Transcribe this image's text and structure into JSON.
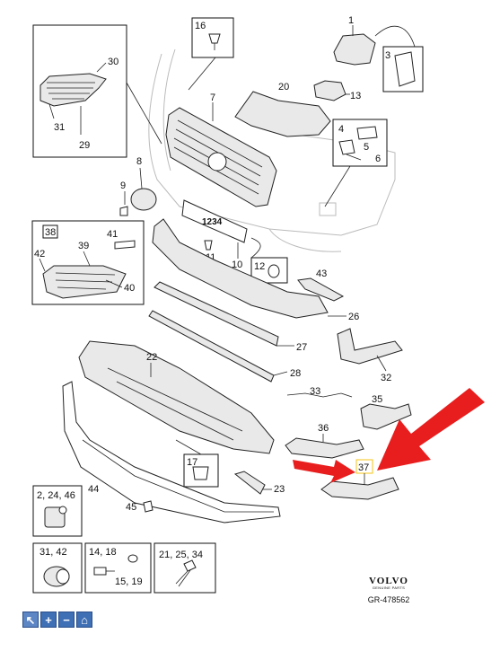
{
  "callouts": {
    "c1": "1",
    "c3": "3",
    "c4": "4",
    "c5": "5",
    "c6": "6",
    "c7": "7",
    "c8": "8",
    "c9": "9",
    "c10": "10",
    "c11": "11",
    "c12": "12",
    "c13": "13",
    "c16": "16",
    "c17": "17",
    "c20": "20",
    "c22": "22",
    "c23": "23",
    "c26": "26",
    "c27": "27",
    "c28": "28",
    "c29": "29",
    "c30": "30",
    "c31": "31",
    "c32": "32",
    "c33": "33",
    "c35": "35",
    "c36": "36",
    "c37": "37",
    "c38": "38",
    "c39": "39",
    "c40": "40",
    "c41": "41",
    "c42": "42",
    "c43": "43",
    "c44": "44",
    "c45": "45"
  },
  "boxes": {
    "b_2_24_46": "2, 24, 46",
    "b_31_42": "31, 42",
    "b_14_18": "14, 18",
    "b_15_19": "15, 19",
    "b_21_25_34": "21, 25, 34"
  },
  "brand": {
    "logo": "VOLVO",
    "tagline": "GENUINE PARTS",
    "reference": "GR-478562"
  },
  "toolbar": {
    "select": "↖",
    "zoom_in": "+",
    "zoom_out": "−",
    "home": "⌂"
  },
  "colors": {
    "arrow": "#e81e1e",
    "highlight_box": "#f5c518",
    "toolbar": "#3f6fb5"
  }
}
